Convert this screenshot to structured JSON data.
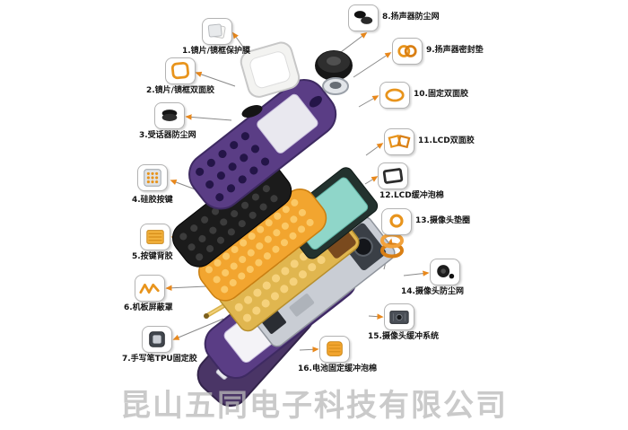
{
  "watermark": "昆山五同电子科技有限公司",
  "callouts": [
    {
      "num": "1",
      "label": "1.镜片/镜框保护膜",
      "icon": "protective-film"
    },
    {
      "num": "2",
      "label": "2.镜片/镜框双面胶",
      "icon": "frame-adhesive"
    },
    {
      "num": "3",
      "label": "3.受话器防尘网",
      "icon": "receiver-dust-mesh"
    },
    {
      "num": "4",
      "label": "4.硅胶按键",
      "icon": "silicone-keypad"
    },
    {
      "num": "5",
      "label": "5.按键背胶",
      "icon": "keypad-adhesive"
    },
    {
      "num": "6",
      "label": "6.机板屏蔽罩",
      "icon": "board-shield"
    },
    {
      "num": "7",
      "label": "7.手写笔TPU固定胶",
      "icon": "stylus-tpu-adhesive"
    },
    {
      "num": "8",
      "label": "8.扬声器防尘网",
      "icon": "speaker-dust-mesh"
    },
    {
      "num": "9",
      "label": "9.扬声器密封垫",
      "icon": "speaker-gasket"
    },
    {
      "num": "10",
      "label": "10.固定双面胶",
      "icon": "fixing-adhesive"
    },
    {
      "num": "11",
      "label": "11.LCD双面胶",
      "icon": "lcd-adhesive"
    },
    {
      "num": "12",
      "label": "12.LCD缓冲泡棉",
      "icon": "lcd-foam"
    },
    {
      "num": "13",
      "label": "13.摄像头垫圈",
      "icon": "camera-gasket"
    },
    {
      "num": "14",
      "label": "14.摄像头防尘网",
      "icon": "camera-dust-mesh"
    },
    {
      "num": "15",
      "label": "15.摄像头缓冲系统",
      "icon": "camera-buffer"
    },
    {
      "num": "16",
      "label": "16.电池固定缓冲泡棉",
      "icon": "battery-foam"
    }
  ],
  "colors": {
    "accent_orange": "#e8941c",
    "housing_purple": "#5a3d85",
    "battery_cover_purple": "#4a3566",
    "keypad_orange": "#f2a52f",
    "pcb_gold": "#e0b64f",
    "lcd_teal": "#8fd6c9",
    "board_silver": "#c9cdd4",
    "line_gray": "#8a8a8a",
    "watermark_gray": "#b9b9b9"
  }
}
